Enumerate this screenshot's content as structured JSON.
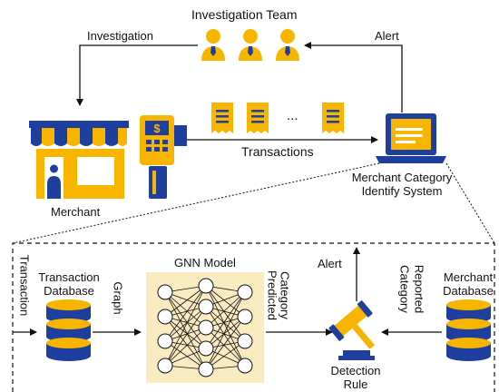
{
  "top": {
    "team_label": "Investigation Team",
    "investigation_label": "Investigation",
    "alert_label": "Alert",
    "merchant_label": "Merchant",
    "transactions_label": "Transactions",
    "ellipsis": "...",
    "system_label_line1": "Merchant Category",
    "system_label_line2": "Identify System"
  },
  "bottom": {
    "transaction_label": "Transaction",
    "transaction_db_line1": "Transaction",
    "transaction_db_line2": "Database",
    "graph_label": "Graph",
    "gnn_label": "GNN Model",
    "predicted_line1": "Predicted",
    "predicted_line2": "Category",
    "alert_label": "Alert",
    "reported_line1": "Reported",
    "reported_line2": "Category",
    "merchant_db_line1": "Merchant",
    "merchant_db_line2": "Database",
    "detection_line1": "Detection",
    "detection_line2": "Rule"
  },
  "colors": {
    "yellow": "#F7B500",
    "blue": "#1E3F9E",
    "gnn_bg": "#FBEBC0"
  },
  "icons": [
    "person-icon",
    "receipt-icon",
    "store-icon",
    "card-terminal-icon",
    "laptop-icon",
    "database-icon",
    "neural-network-icon",
    "gavel-icon"
  ]
}
